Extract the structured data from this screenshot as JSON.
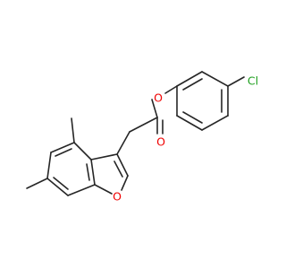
{
  "colors": {
    "background": "#ffffff",
    "bond": "#262626",
    "oxygen": "#f00000",
    "chlorine": "#1fa01f"
  },
  "atoms": {
    "ester_ether_o": "O",
    "carbonyl_o": "O",
    "furan_o": "O",
    "chlorine": "Cl"
  }
}
